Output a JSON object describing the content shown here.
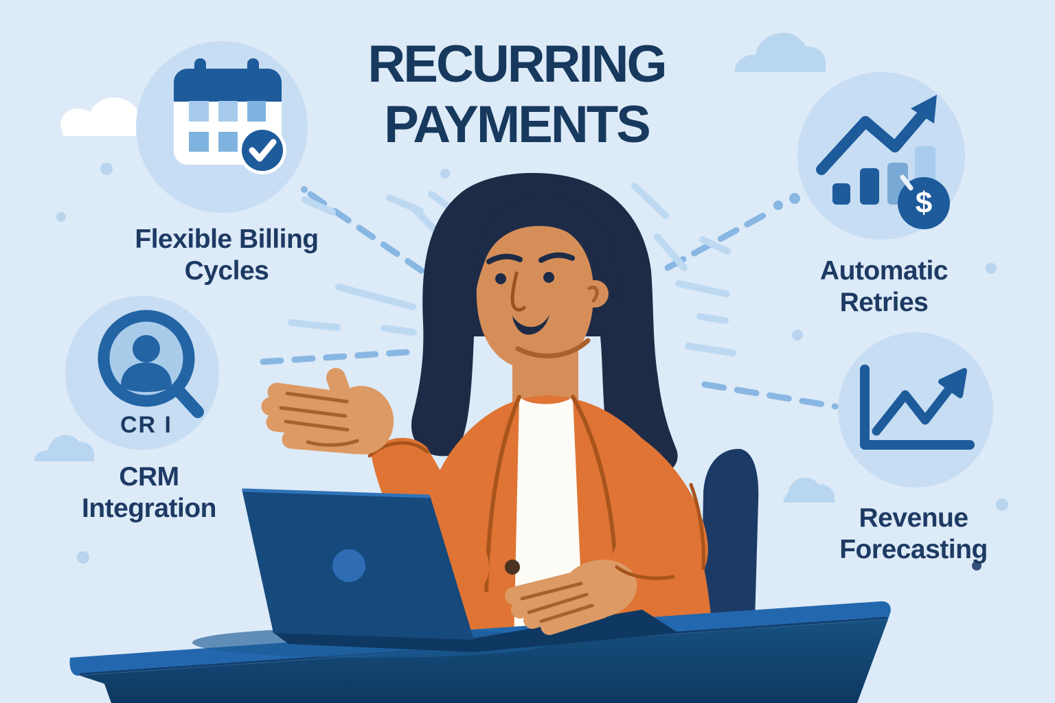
{
  "title": {
    "line1": "RECURRING",
    "line2": "PAYMENTS"
  },
  "features": [
    {
      "label_line1": "Flexible Billing",
      "label_line2": "Cycles",
      "icon": "calendar-check-icon"
    },
    {
      "label_line1": "CRM",
      "label_line2": "Integration",
      "icon": "customer-search-icon",
      "icon_text": "CR I"
    },
    {
      "label_line1": "Automatic",
      "label_line2": "Retries",
      "icon": "bar-chart-growth-dollar-icon",
      "coin_symbol": "$"
    },
    {
      "label_line1": "Revenue",
      "label_line2": "Forecasting",
      "icon": "line-graph-arrow-icon"
    }
  ],
  "colors": {
    "background": "#ddeaf7",
    "title_navy": "#17395e",
    "label_navy": "#1d3a63",
    "icon_circle_bg": "#c7ddf3",
    "icon_dark_blue": "#1d5b9b",
    "accent_medium_blue": "#7fb3e0",
    "accent_light_blue": "#a9cdec",
    "dash_blue": "#89b7e3",
    "radiating_dash_blue": "#bdd9f2",
    "jacket_orange": "#df7434",
    "skin_tone": "#d68e58",
    "hair_navy": "#1d2b47",
    "desk_top_blue": "#2368af",
    "desk_front_blue": "#16497b",
    "laptop_navy": "#16497c",
    "white": "#ffffff"
  }
}
